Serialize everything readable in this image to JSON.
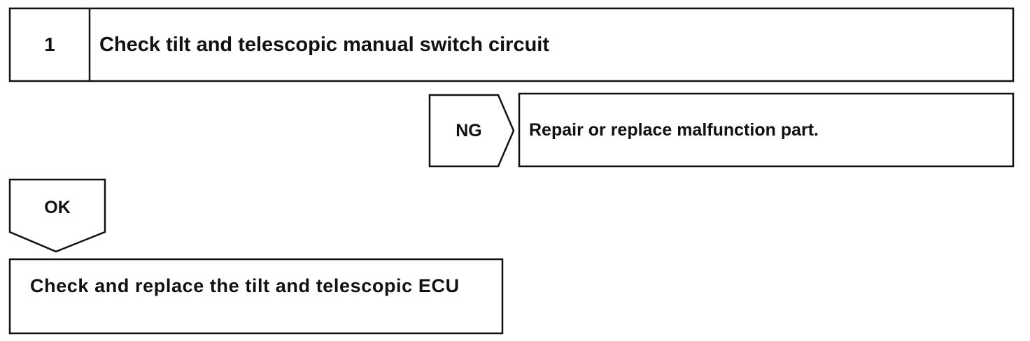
{
  "step": {
    "number": "1",
    "title": "Check tilt and telescopic manual switch circuit"
  },
  "ng_branch": {
    "label": "NG",
    "action": "Repair or replace malfunction part."
  },
  "ok_branch": {
    "label": "OK",
    "action": "Check and replace the tilt and telescopic ECU"
  },
  "colors": {
    "line": "#111111",
    "background": "#ffffff"
  }
}
